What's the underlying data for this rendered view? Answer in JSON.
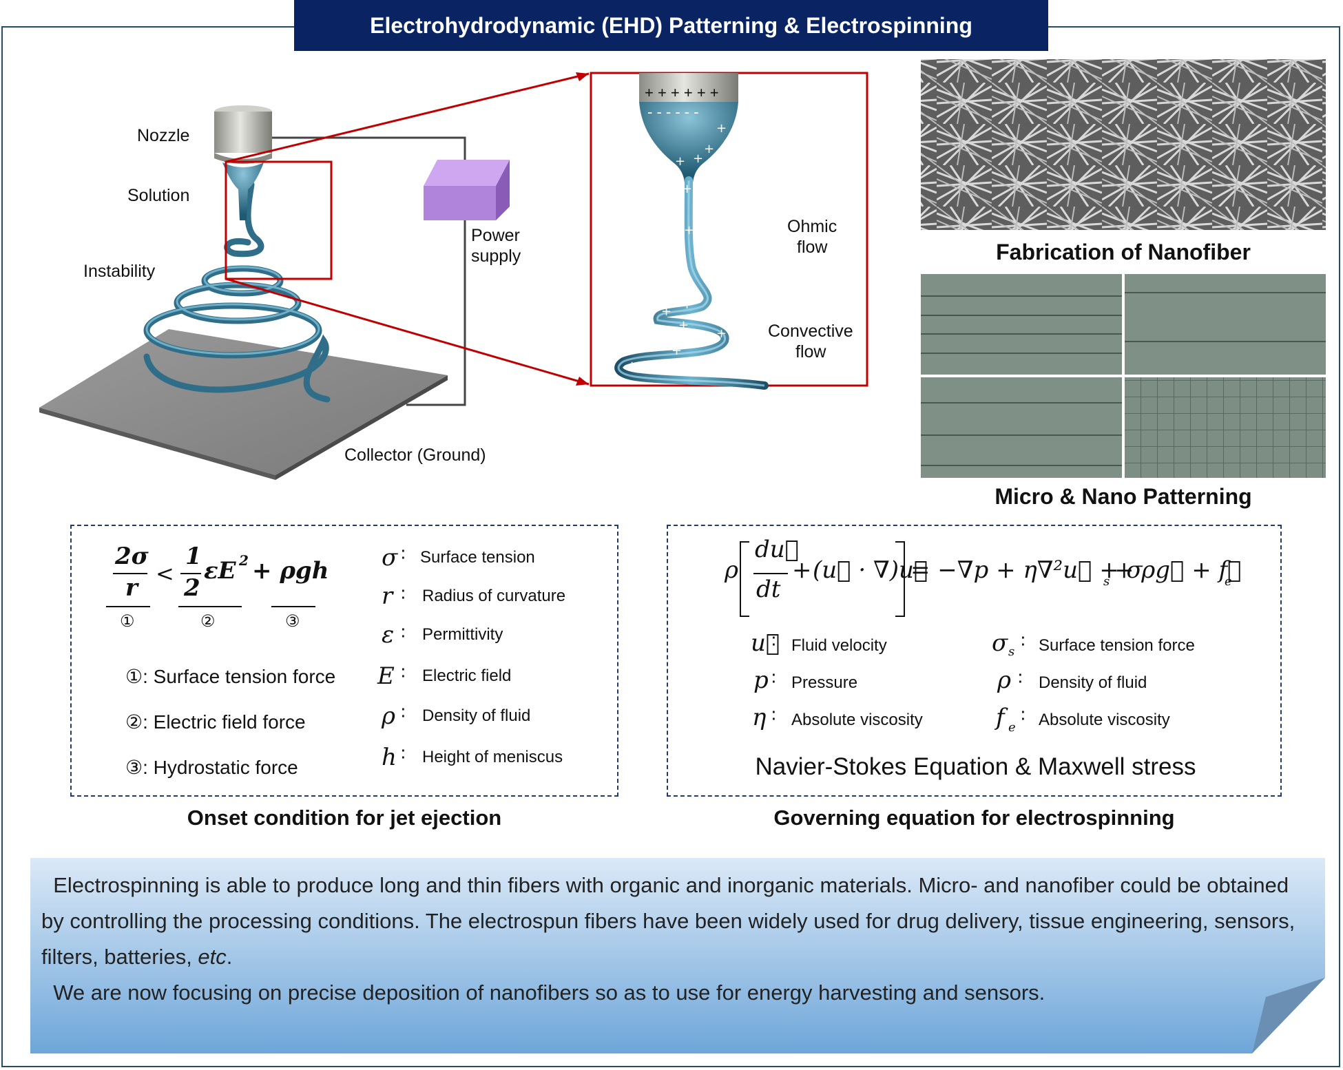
{
  "title": "Electrohydrodynamic (EHD) Patterning & Electrospinning",
  "setup": {
    "nozzle": "Nozzle",
    "solution": "Solution",
    "instability": "Instability",
    "power_supply_line1": "Power",
    "power_supply_line2": "supply",
    "collector": "Collector (Ground)"
  },
  "zoom": {
    "ohmic_line1": "Ohmic",
    "ohmic_line2": "flow",
    "convective_line1": "Convective",
    "convective_line2": "flow",
    "plus_row": "+ + + + + +",
    "minus_row": "- - - - - -"
  },
  "images": {
    "nanofiber_caption": "Fabrication of Nanofiber",
    "patterning_caption": "Micro & Nano Patterning"
  },
  "onset": {
    "caption": "Onset condition for jet ejection",
    "term1_num": "2σ",
    "term1_den": "r",
    "lt": "<",
    "term2_num": "1",
    "term2_den": "2",
    "term2_rest": "εE",
    "term2_exp": "2",
    "term3": "+ ρgh",
    "mark1": "①",
    "mark2": "②",
    "mark3": "③",
    "legend": [
      {
        "text": "①: Surface tension force"
      },
      {
        "text": "②: Electric field force"
      },
      {
        "text": "③: Hydrostatic force"
      }
    ],
    "symbols": [
      {
        "sym": "σ",
        "desc": "Surface tension"
      },
      {
        "sym": "r",
        "desc": "Radius of curvature"
      },
      {
        "sym": "ε",
        "desc": "Permittivity"
      },
      {
        "sym": "E",
        "desc": "Electric field"
      },
      {
        "sym": "ρ",
        "desc": "Density of fluid"
      },
      {
        "sym": "h",
        "desc": "Height of meniscus"
      }
    ],
    "colon": "∶"
  },
  "governing": {
    "caption": "Governing equation for electrospinning",
    "subtitle": "Navier-Stokes Equation & Maxwell stress",
    "rho": "ρ",
    "frac_num": "du⃗",
    "frac_den": "dt",
    "plus": "+",
    "conv": "(u⃗ · ∇)u⃗",
    "rhs": "= −∇p + η∇²u⃗ + σ",
    "rhs_sub": "s",
    "rhs2": "+ ρg⃗ + f⃗",
    "rhs2_sub": "e",
    "symbols_left": [
      {
        "sym": "u⃗",
        "desc": "Fluid velocity"
      },
      {
        "sym": "p",
        "desc": "Pressure"
      },
      {
        "sym": "η",
        "desc": "Absolute viscosity"
      }
    ],
    "symbols_right": [
      {
        "sym": "σ",
        "sub": "s",
        "desc": "Surface tension force"
      },
      {
        "sym": "ρ",
        "sub": "",
        "desc": "Density of fluid"
      },
      {
        "sym": "f",
        "sub": "e",
        "desc": "Absolute viscosity"
      }
    ]
  },
  "note": {
    "p1": "  Electrospinning is able to produce long and thin fibers with organic and inorganic materials. Micro- and nanofiber could be obtained by controlling the processing conditions. The electrospun fibers have been widely used for drug delivery, tissue engineering, sensors, filters, batteries, ",
    "p1_etc": "etc",
    "p1_end": ".",
    "p2": "  We are now focusing on precise deposition of nanofibers so as to use for energy harvesting and sensors."
  },
  "colors": {
    "title_bg": "#0a2463",
    "red": "#c00000",
    "jet": "#3a7f9f",
    "power": "#b184dc",
    "note_top": "#d9e8f7",
    "note_bottom": "#5b9bd5"
  }
}
